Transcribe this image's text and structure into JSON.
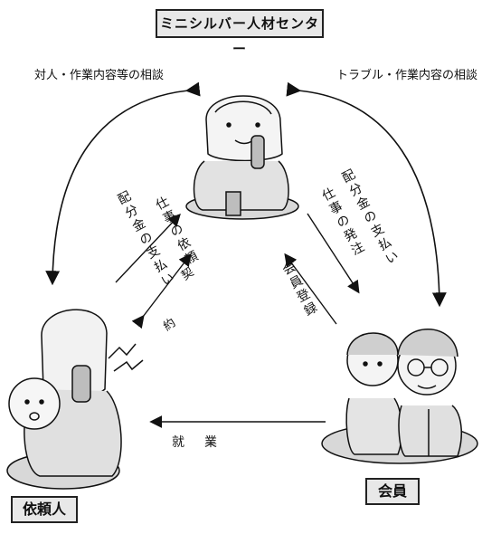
{
  "header": {
    "title": "ミニシルバー人材センター"
  },
  "labels": {
    "consult_left": "対人・作業内容等の相談",
    "consult_right": "トラブル・作業内容の相談",
    "order_request": "仕事の依頼",
    "payment_left": "配分金の支払い",
    "payment_right": "配分金の支払い",
    "work_order": "仕事の発注",
    "member_registration": "会員登録",
    "contract_1": "契",
    "contract_2": "約",
    "employment": "就業"
  },
  "nodes": {
    "center": "ミニシルバー人材センター",
    "member": "会員",
    "client": "依頼人"
  }
}
